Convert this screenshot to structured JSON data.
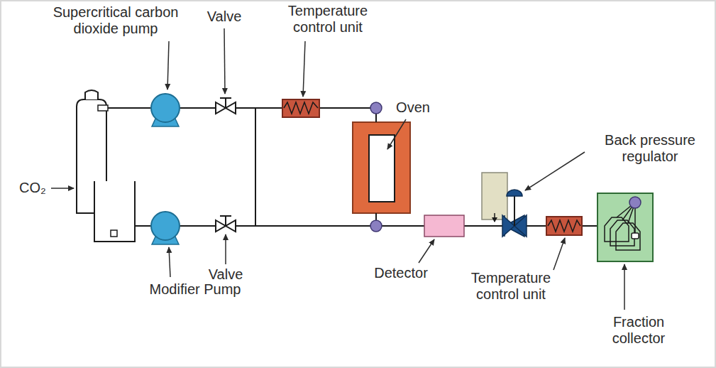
{
  "diagram": {
    "labels": [
      "Supercritical carbon dioxide pump",
      "Valve",
      "Temperature control unit",
      "CO₂",
      "Oven",
      "Back pressure regulator",
      "Detector",
      "Valve",
      "Modifier Pump",
      "Temperature control unit",
      "Fraction collector"
    ]
  }
}
